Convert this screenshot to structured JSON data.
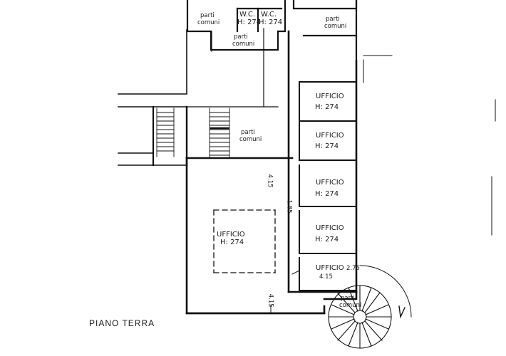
{
  "floor_title": "PIANO TERRA",
  "rooms": {
    "parti_comuni_top_left": [
      "parti",
      "comuni"
    ],
    "wc_1": [
      "W.C.",
      "H: 274"
    ],
    "wc_2": [
      "W.C.",
      "H: 274"
    ],
    "parti_comuni_top_right": [
      "parti",
      "comuni"
    ],
    "parti_comuni_mid_top": [
      "parti",
      "comuni"
    ],
    "ufficio_1": [
      "UFFICIO",
      "H: 274"
    ],
    "ufficio_2": [
      "UFFICIO",
      "H: 274"
    ],
    "parti_comuni_center": [
      "parti",
      "comuni"
    ],
    "ufficio_3": [
      "UFFICIO",
      "H: 274"
    ],
    "ufficio_large": [
      "UFFICIO",
      "H: 274"
    ],
    "ufficio_4": [
      "UFFICIO",
      "H: 274"
    ],
    "ufficio_5": "UFFICIO",
    "parti_comuni_stairs": [
      "parti",
      "comuni"
    ]
  },
  "dimension_marks": [
    "4.15",
    "4.15",
    "1.85",
    "4.15",
    "2.75"
  ]
}
